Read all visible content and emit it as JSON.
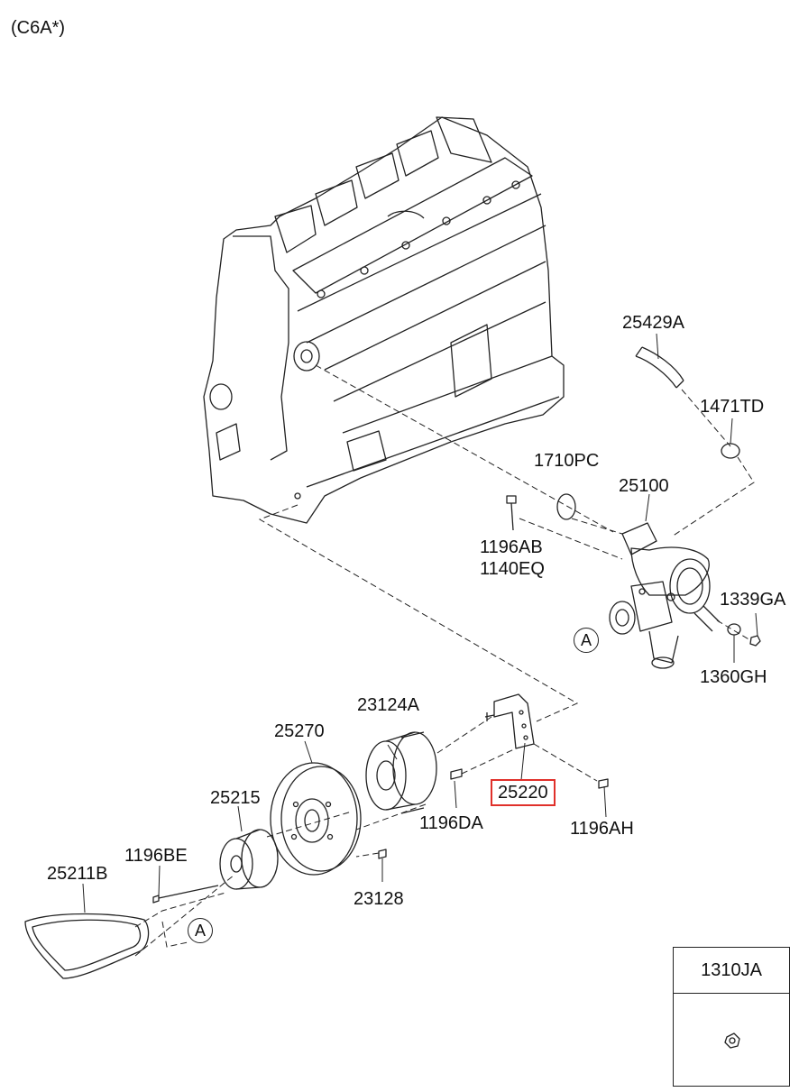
{
  "model_tag": "(C6A*)",
  "callout_letter": "A",
  "highlighted_part": "25220",
  "parts": {
    "p25429A": "25429A",
    "p1471TD": "1471TD",
    "p1710PC": "1710PC",
    "p25100": "25100",
    "p1196AB": "1196AB",
    "p1140EQ": "1140EQ",
    "p1339GA": "1339GA",
    "p1360GH": "1360GH",
    "p23124A": "23124A",
    "p25270": "25270",
    "p25215": "25215",
    "p1196BE": "1196BE",
    "p25211B": "25211B",
    "p23128": "23128",
    "p1196DA": "1196DA",
    "p1196AH": "1196AH"
  },
  "inset": {
    "title": "1310JA"
  }
}
